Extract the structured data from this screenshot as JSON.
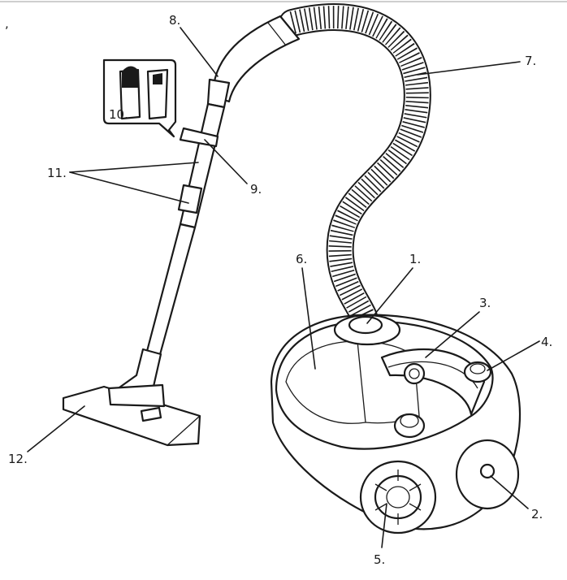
{
  "corner_mark": ",",
  "callouts": [
    {
      "id": "1",
      "label": "1."
    },
    {
      "id": "2",
      "label": "2."
    },
    {
      "id": "3",
      "label": "3."
    },
    {
      "id": "4",
      "label": "4."
    },
    {
      "id": "5",
      "label": "5."
    },
    {
      "id": "6",
      "label": "6."
    },
    {
      "id": "7",
      "label": "7."
    },
    {
      "id": "8",
      "label": "8."
    },
    {
      "id": "9",
      "label": "9."
    },
    {
      "id": "10",
      "label": "10."
    },
    {
      "id": "11",
      "label": "11."
    },
    {
      "id": "12",
      "label": "12."
    }
  ],
  "colors": {
    "ink": "#1a1a1a",
    "paper": "#ffffff",
    "shade": "#bdbdbd"
  }
}
